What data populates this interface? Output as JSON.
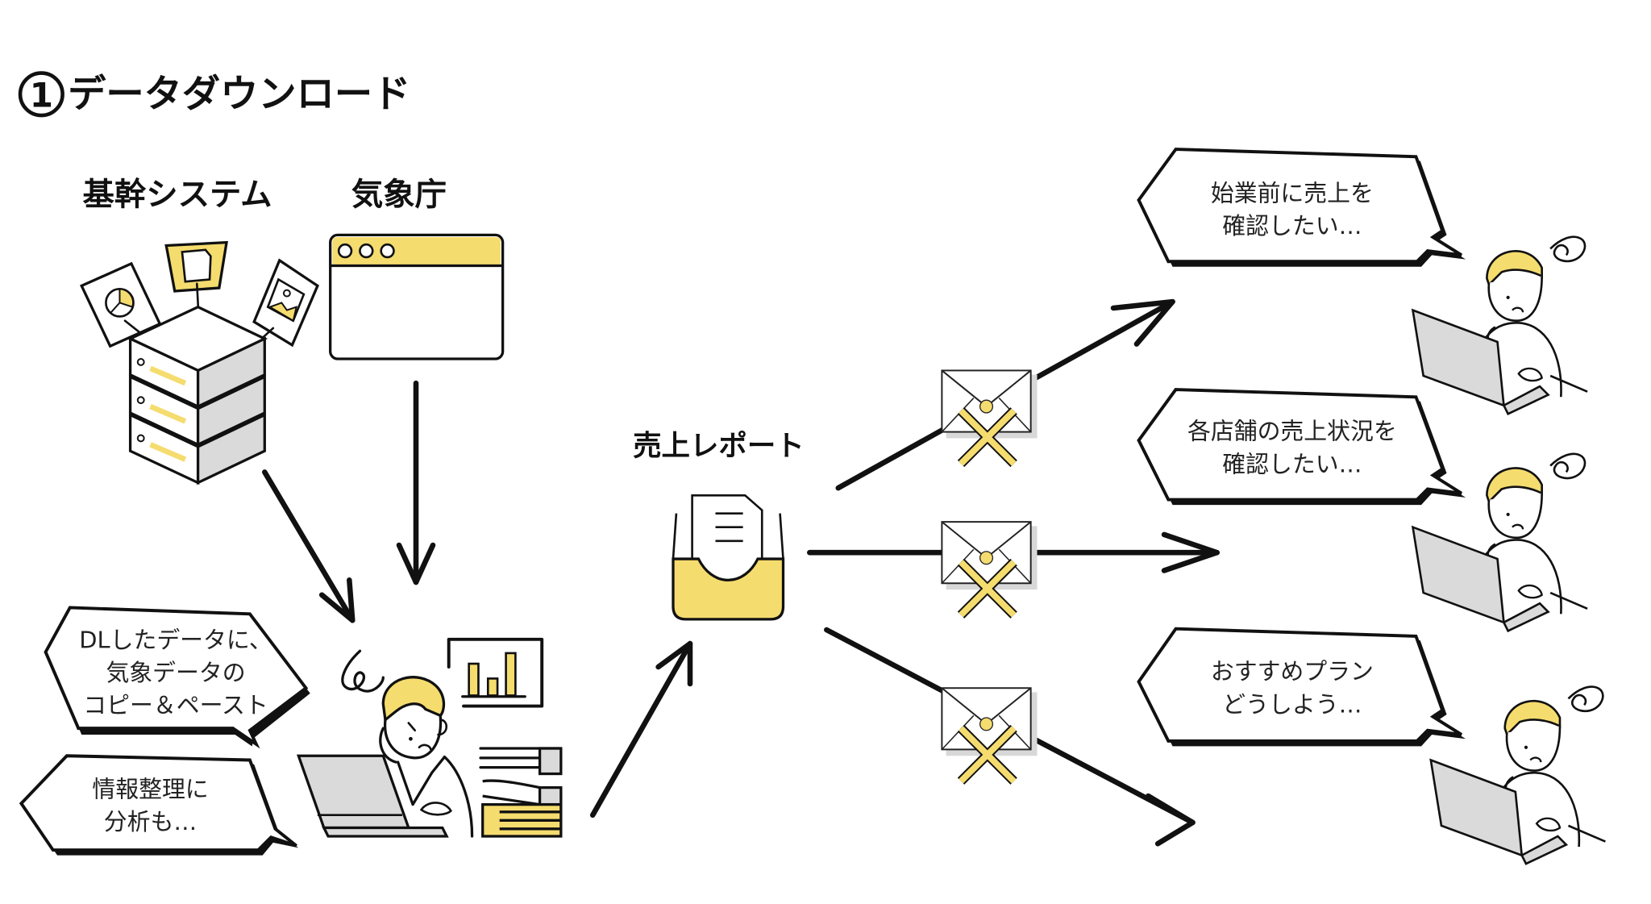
{
  "title": {
    "number": "1",
    "text": "データダウンロード"
  },
  "colors": {
    "accent": "#F5DC6E",
    "ink": "#111111",
    "gray": "#DADADA"
  },
  "sources": [
    {
      "label": "基幹システム",
      "icon": "server-stack-icon"
    },
    {
      "label": "気象庁",
      "icon": "browser-window-icon"
    }
  ],
  "worker_bubbles": [
    {
      "lines": [
        "DLしたデータに、",
        "気象データの",
        "コピー＆ペースト"
      ]
    },
    {
      "lines": [
        "情報整理に",
        "分析も…"
      ]
    }
  ],
  "report": {
    "label": "売上レポート",
    "icon": "document-tray-icon"
  },
  "deliveries": [
    {
      "status": "failed",
      "icon": "envelope-icon",
      "mark": "x-mark-icon"
    },
    {
      "status": "failed",
      "icon": "envelope-icon",
      "mark": "x-mark-icon"
    },
    {
      "status": "failed",
      "icon": "envelope-icon",
      "mark": "x-mark-icon"
    }
  ],
  "recipients": [
    {
      "lines": [
        "始業前に売上を",
        "確認したい…"
      ]
    },
    {
      "lines": [
        "各店舗の売上状況を",
        "確認したい…"
      ]
    },
    {
      "lines": [
        "おすすめプラン",
        "どうしよう…"
      ]
    }
  ]
}
